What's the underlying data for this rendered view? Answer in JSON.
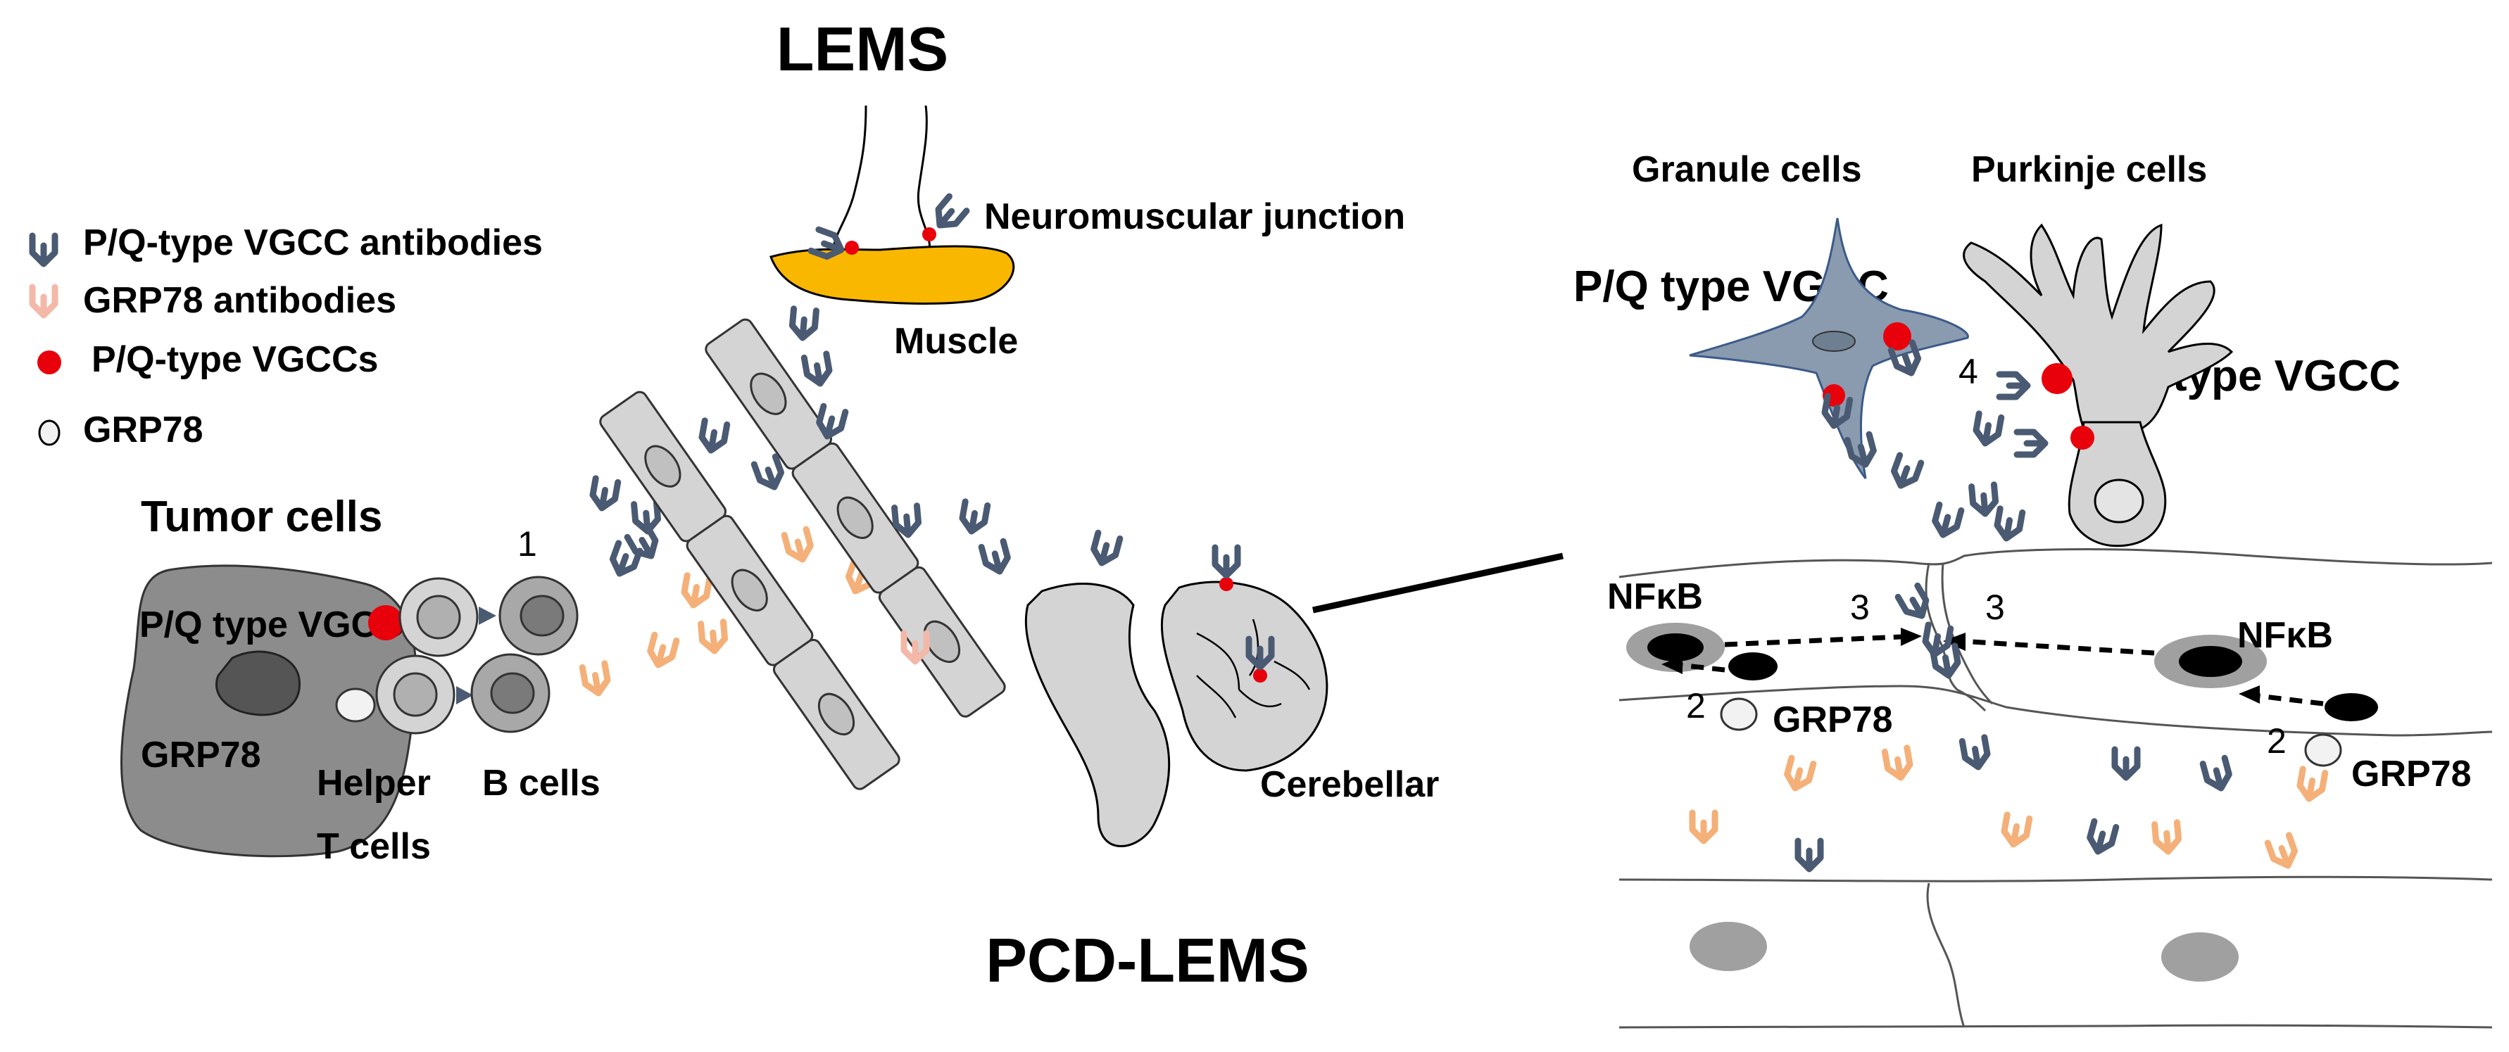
{
  "titles": {
    "lems": "LEMS",
    "pcd": "PCD-LEMS"
  },
  "legend": [
    {
      "label": "P/Q-type  VGCC antibodies",
      "symbol": "antibody-icon",
      "color": "#4a5a73"
    },
    {
      "label": "GRP78 antibodies",
      "symbol": "antibody-icon",
      "color": "#f4b8a8"
    },
    {
      "label": "P/Q-type  VGCCs",
      "symbol": "dot-icon",
      "color": "#e8000b"
    },
    {
      "label": "GRP78",
      "symbol": "circle-icon",
      "color": "#f2f2f2"
    }
  ],
  "left": {
    "tumor_cells": "Tumor cells",
    "pq_vgcc": "P/Q type VGCC",
    "grp78": "GRP78",
    "helper_t_line1": "Helper",
    "helper_t_line2": "T cells",
    "b_cells": "B cells",
    "step1": "1",
    "neuromuscular_junction": "Neuromuscular junction",
    "muscle": "Muscle",
    "cerebellar": "Cerebellar"
  },
  "right": {
    "granule_cells": "Granule cells",
    "purkinje_cells": "Purkinje cells",
    "pq_vgcc_left": "P/Q type VGCC",
    "pq_vgcc_right": "P/Q type VGCC",
    "step4": "4",
    "nfkb_left": "NFκB",
    "nfkb_right": "NFκB",
    "step3_left": "3",
    "step3_right": "3",
    "step2_left": "2",
    "step2_right": "2",
    "grp78_left": "GRP78",
    "grp78_right": "GRP78"
  },
  "colors": {
    "antibody_vgcc": "#4a5a73",
    "antibody_grp78": "#f4b078",
    "vgcc_dot": "#e8000b",
    "muscle": "#f9b700",
    "cell_gray": "#d4d4d4",
    "tumor_gray": "#8c8c8c"
  }
}
